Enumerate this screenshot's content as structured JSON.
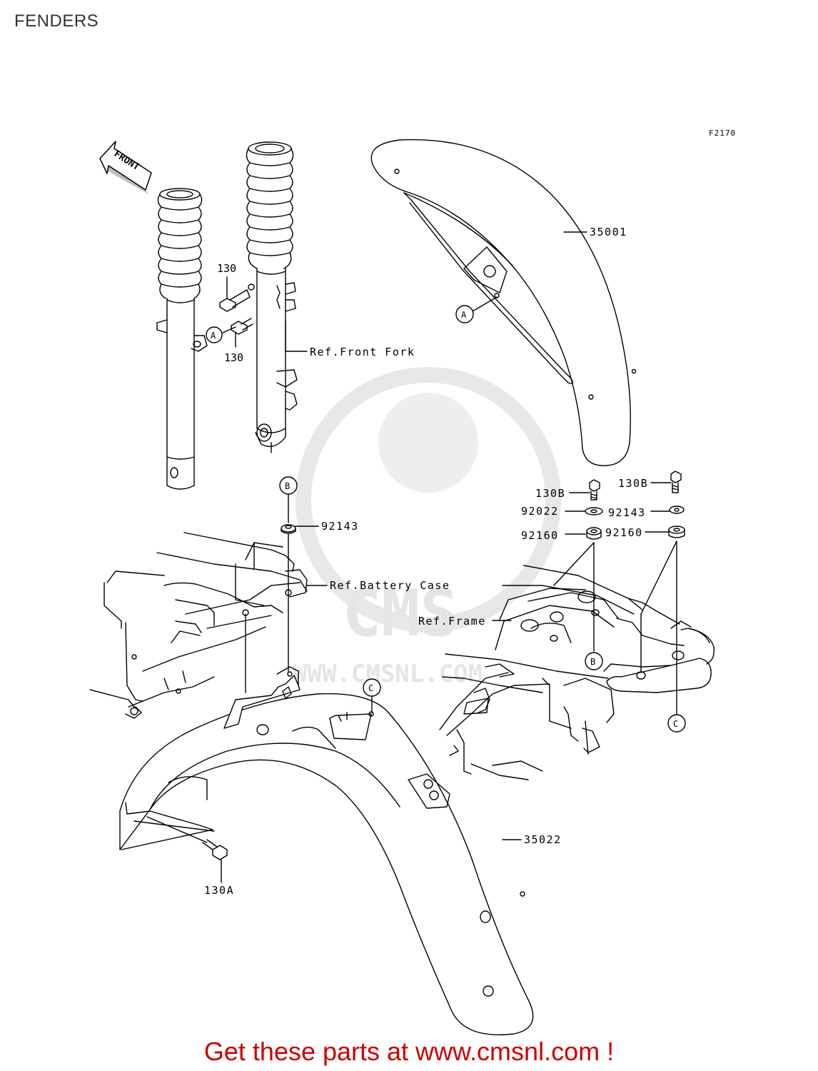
{
  "header": {
    "title": "FENDERS"
  },
  "figure_code": "F2170",
  "front_marker": "FRONT",
  "parts": {
    "front_fender": "35001",
    "rear_fender": "35022",
    "bolt_130_top": "130",
    "bolt_130_bottom": "130",
    "bolt_130a": "130A",
    "bolt_130b_left": "130B",
    "bolt_130b_right": "130B",
    "washer_92022": "92022",
    "washer_92143_center": "92143",
    "washer_92143_right": "92143",
    "damper_92160_left": "92160",
    "damper_92160_right": "92160"
  },
  "refs": {
    "front_fork": "Ref.Front Fork",
    "battery_case": "Ref.Battery Case",
    "frame": "Ref.Frame"
  },
  "callouts": {
    "a1": "A",
    "a2": "A",
    "b1": "B",
    "b2": "B",
    "c1": "C",
    "c2": "C"
  },
  "watermark": {
    "logo": "CMS",
    "url": "WWW.CMSNL.COM"
  },
  "footer": {
    "cta": "Get these parts at www.cmsnl.com !"
  }
}
